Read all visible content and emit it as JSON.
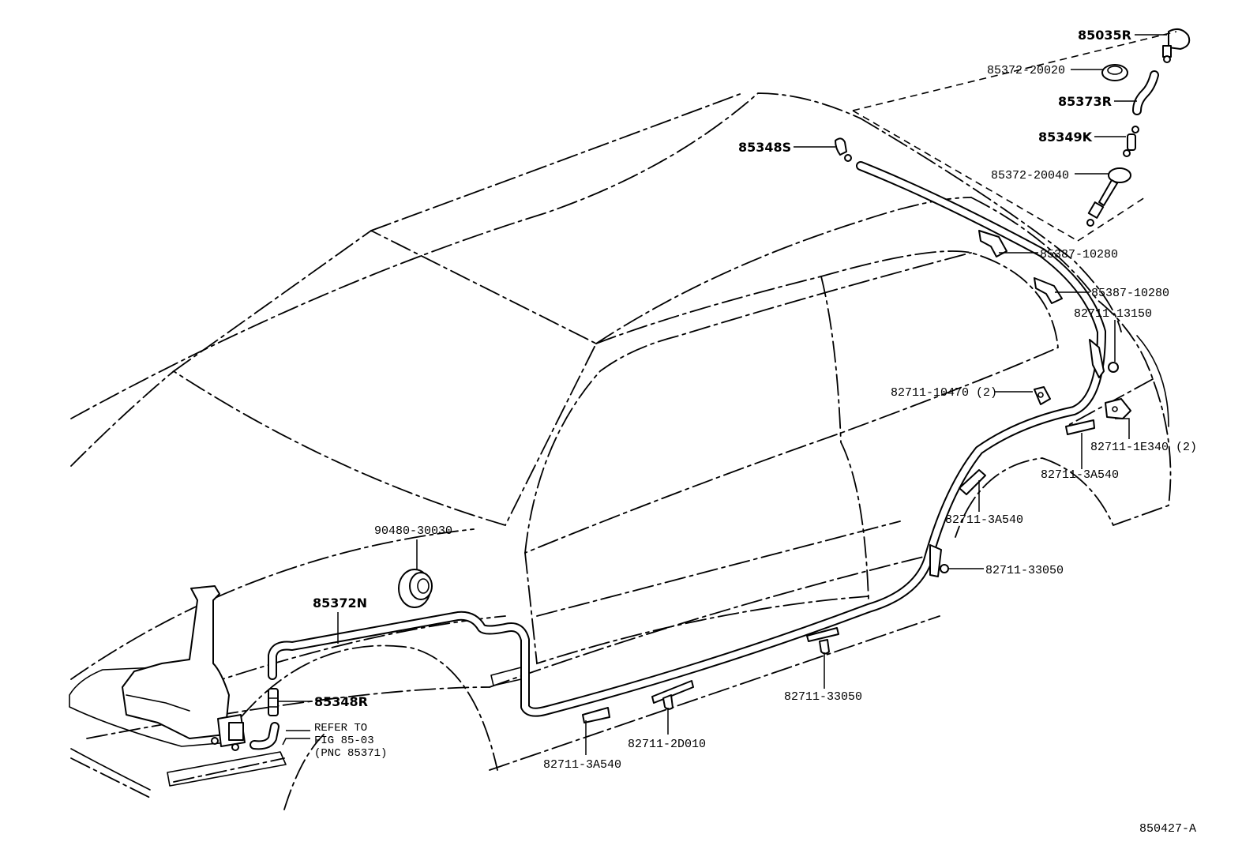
{
  "drawing_id": "850427-A",
  "labels": {
    "p85035R": "85035R",
    "p85372_20020": "85372-20020",
    "p85373R": "85373R",
    "p85349K": "85349K",
    "p85348S": "85348S",
    "p85372_20040": "85372-20040",
    "p85387_10280_a": "85387-10280",
    "p85387_10280_b": "85387-10280",
    "p82711_13150": "82711-13150",
    "p82711_10470": "82711-10470 (2)",
    "p82711_1E340": "82711-1E340 (2)",
    "p82711_3A540_a": "82711-3A540",
    "p82711_3A540_b": "82711-3A540",
    "p82711_33050_a": "82711-33050",
    "p82711_33050_b": "82711-33050",
    "p82711_2D010": "82711-2D010",
    "p82711_3A540_c": "82711-3A540",
    "p90480_30030": "90480-30030",
    "p85372N": "85372N",
    "p85348R": "85348R"
  },
  "refer_note": {
    "line1": "REFER TO",
    "line2": "FIG 85-03",
    "line3": "(PNC 85371)"
  }
}
